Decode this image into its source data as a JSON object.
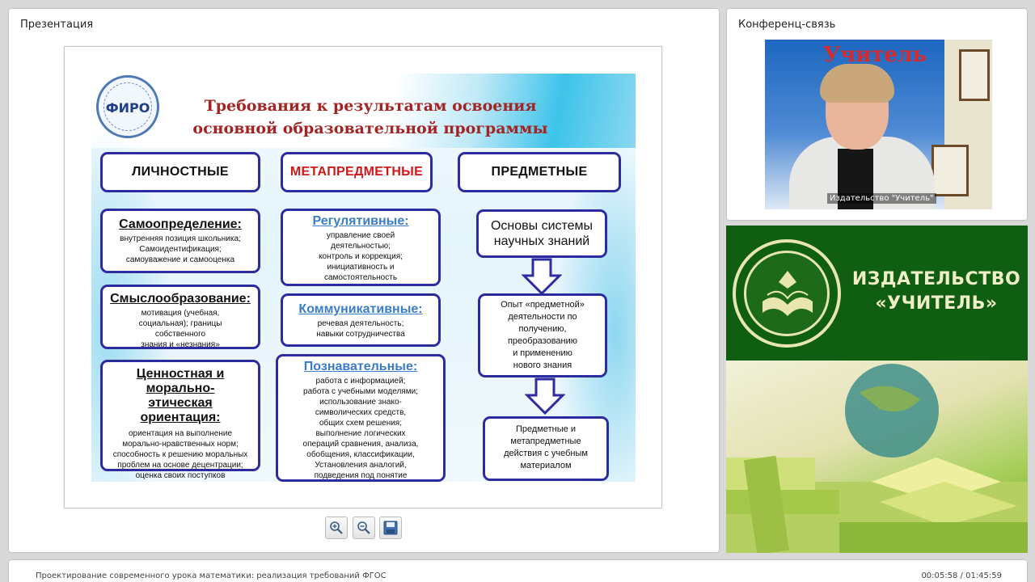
{
  "presentation": {
    "panel_title": "Презентация",
    "slide": {
      "logo_text": "ФИРО",
      "title_line1": "Требования к результатам освоения",
      "title_line2": "основной образовательной  программы",
      "columns": [
        {
          "header": "ЛИЧНОСТНЫЕ",
          "boxes": [
            {
              "title": "Самоопределение:",
              "text": [
                "внутренняя позиция школьника;",
                "Самоидентификация;",
                "самоуважение и самооценка"
              ]
            },
            {
              "title": "Смыслообразование:",
              "text": [
                "мотивация (учебная,",
                "социальная); границы",
                "собственного",
                "знания и «незнания»"
              ]
            },
            {
              "title": "Ценностная и морально-этическая ориентация:",
              "text": [
                "ориентация на выполнение",
                "морально-нравственных норм;",
                "способность к решению моральных",
                "проблем на основе децентрации;",
                "оценка своих поступков"
              ]
            }
          ]
        },
        {
          "header": "МЕТАПРЕДМЕТНЫЕ",
          "boxes": [
            {
              "title": "Регулятивные:",
              "text": [
                "управление своей",
                "деятельностью;",
                "контроль и коррекция;",
                "инициативность и",
                "самостоятельность"
              ]
            },
            {
              "title": "Коммуникативные:",
              "text": [
                "речевая деятельность;",
                "навыки сотрудничества"
              ]
            },
            {
              "title": "Познавательные:",
              "text": [
                "работа с информацией;",
                "работа с учебными моделями;",
                "использование знако-",
                "символических средств,",
                "общих схем решения;",
                "выполнение логических",
                "операций сравнения,  анализа,",
                "обобщения, классификации,",
                "Установления аналогий,",
                "подведения под понятие"
              ]
            }
          ]
        },
        {
          "header": "ПРЕДМЕТНЫЕ",
          "boxes": [
            {
              "text": [
                "Основы системы",
                "научных знаний"
              ]
            },
            {
              "text": [
                "Опыт «предметной»",
                "деятельности по",
                "получению,",
                "преобразованию",
                "и применению",
                "нового знания"
              ]
            },
            {
              "text": [
                "Предметные и",
                "метапредметные",
                "действия с учебным",
                "материалом"
              ]
            }
          ]
        }
      ]
    },
    "toolbar": {
      "zoom_in_icon": "zoom-in-icon",
      "zoom_out_icon": "zoom-out-icon",
      "save_icon": "save-icon"
    }
  },
  "conference": {
    "panel_title": "Конференц-связь",
    "banner_text": "Учитель",
    "speaker_label": "Издательство \"Учитель\""
  },
  "publisher": {
    "name_line1": "ИЗДАТЕЛЬСТВО",
    "name_line2": "«УЧИТЕЛЬ»"
  },
  "status_bar": {
    "lesson_title": "Проектирование современного урока математики: реализация требований ФГОС",
    "time": "00:05:58 / 01:45:59"
  },
  "colors": {
    "accent_blue": "#2d2ba0",
    "title_red": "#a32523",
    "publisher_green": "#0f5e12"
  }
}
